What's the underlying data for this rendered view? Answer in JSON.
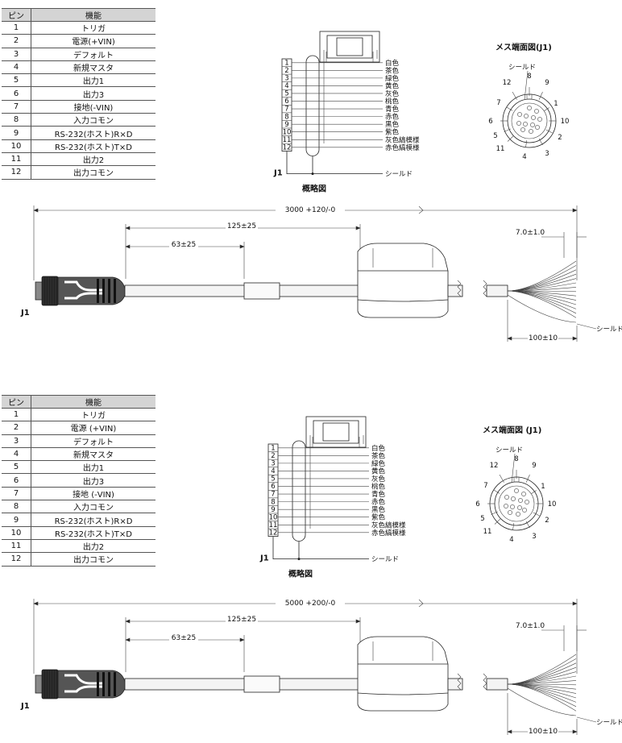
{
  "pin_header": {
    "pin": "ピン",
    "function": "機能"
  },
  "top": {
    "pins": [
      {
        "n": "1",
        "f": "トリガ"
      },
      {
        "n": "2",
        "f": "電源(+VIN)"
      },
      {
        "n": "3",
        "f": "デフォルト"
      },
      {
        "n": "4",
        "f": "新規マスタ"
      },
      {
        "n": "5",
        "f": "出力1"
      },
      {
        "n": "6",
        "f": "出力3"
      },
      {
        "n": "7",
        "f": "接地(-VIN)"
      },
      {
        "n": "8",
        "f": "入力コモン"
      },
      {
        "n": "9",
        "f": "RS-232(ホスト)R×D"
      },
      {
        "n": "10",
        "f": "RS-232(ホスト)T×D"
      },
      {
        "n": "11",
        "f": "出力2"
      },
      {
        "n": "12",
        "f": "出力コモン"
      }
    ],
    "overall_length": "3000 +120/-0",
    "connector_title": "メス端面図(J1)"
  },
  "bottom": {
    "pins": [
      {
        "n": "1",
        "f": "トリガ"
      },
      {
        "n": "2",
        "f": "電源 (+VIN)"
      },
      {
        "n": "3",
        "f": "デフォルト"
      },
      {
        "n": "4",
        "f": "新規マスタ"
      },
      {
        "n": "5",
        "f": "出力1"
      },
      {
        "n": "6",
        "f": "出力3"
      },
      {
        "n": "7",
        "f": "接地 (-VIN)"
      },
      {
        "n": "8",
        "f": "入力コモン"
      },
      {
        "n": "9",
        "f": "RS-232(ホスト)R×D"
      },
      {
        "n": "10",
        "f": "RS-232(ホスト)T×D"
      },
      {
        "n": "11",
        "f": "出力2"
      },
      {
        "n": "12",
        "f": "出力コモン"
      }
    ],
    "overall_length": "5000 +200/-0",
    "connector_title": "メス端面図 (J1)"
  },
  "wire_colors": [
    "白色",
    "茶色",
    "緑色",
    "黄色",
    "灰色",
    "桃色",
    "青色",
    "赤色",
    "黒色",
    "紫色",
    "灰色縞模様",
    "赤色縞模様"
  ],
  "pin_numbers": [
    "1",
    "2",
    "3",
    "4",
    "5",
    "6",
    "7",
    "8",
    "9",
    "10",
    "11",
    "12"
  ],
  "shield": "シールド",
  "j1": "J1",
  "schematic_caption": "概略図",
  "dim_125": "125±25",
  "dim_63": "63±25",
  "dim_7": "7.0±1.0",
  "dim_100": "100±10"
}
